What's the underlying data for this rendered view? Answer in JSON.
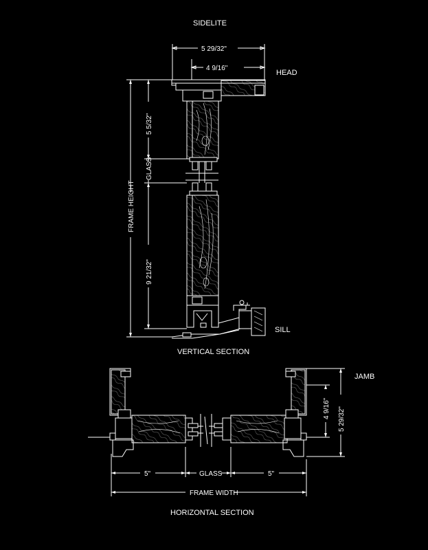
{
  "title_top": "SIDELITE",
  "labels": {
    "head": "HEAD",
    "sill": "SILL",
    "jamb": "JAMB",
    "vertical_section": "VERTICAL SECTION",
    "horizontal_section": "HORIZONTAL SECTION"
  },
  "dimensions": {
    "top_overall": "5 29/32\"",
    "top_inner": "4 9/16\"",
    "upper_rail": "5 5/32\"",
    "glass_v": "GLASS",
    "lower_rail": "9 21/32\"",
    "frame_height": "FRAME HEIGHT",
    "stile_left": "5\"",
    "glass_h": "GLASS",
    "stile_right": "5\"",
    "frame_width": "FRAME WIDTH",
    "jamb_inner": "4 9/16\"",
    "jamb_overall": "5 29/32\""
  }
}
